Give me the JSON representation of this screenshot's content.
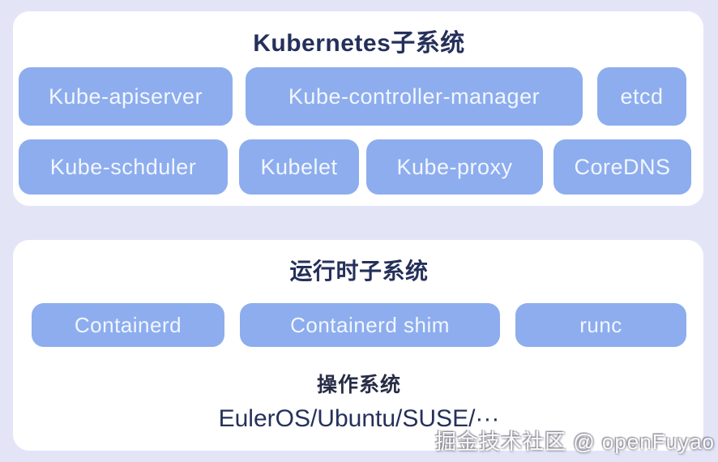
{
  "colors": {
    "page_background": "#E3E5F7",
    "card_background": "#FFFFFF",
    "box_fill": "#8DADEE",
    "box_text": "#F2F6FE",
    "heading_navy": "#25305A",
    "os_heading": "#272C45"
  },
  "kubernetes_section": {
    "title": "Kubernetes子系统",
    "row1": [
      "Kube-apiserver",
      "Kube-controller-manager",
      "etcd"
    ],
    "row2": [
      "Kube-schduler",
      "Kubelet",
      "Kube-proxy",
      "CoreDNS"
    ]
  },
  "runtime_section": {
    "title": "运行时子系统",
    "boxes": [
      "Containerd",
      "Containerd shim",
      "runc"
    ],
    "os": {
      "title": "操作系统",
      "distros": "EulerOS/Ubuntu/SUSE/···"
    }
  },
  "watermark": {
    "text": "掘金技术社区 @ openFuyao"
  }
}
